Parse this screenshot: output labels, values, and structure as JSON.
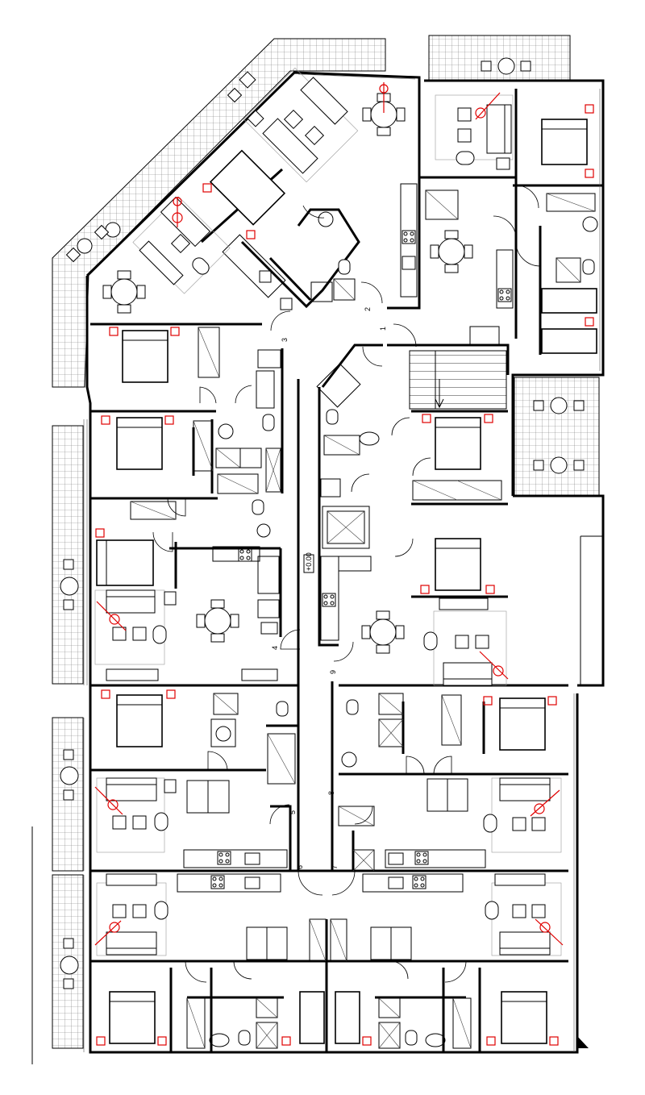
{
  "plan": {
    "door_labels": [
      "1",
      "2",
      "3",
      "4",
      "5",
      "6",
      "7",
      "8",
      "9"
    ],
    "elevation_mark": "+0.00",
    "colors": {
      "walls": "#000000",
      "smoke_detectors": "#e00000",
      "terrace_tiles": "#666666",
      "background": "#ffffff"
    },
    "icons": {
      "detector": "smoke-detector-icon",
      "stairs": "staircase-icon",
      "elevator": "elevator-icon"
    }
  }
}
